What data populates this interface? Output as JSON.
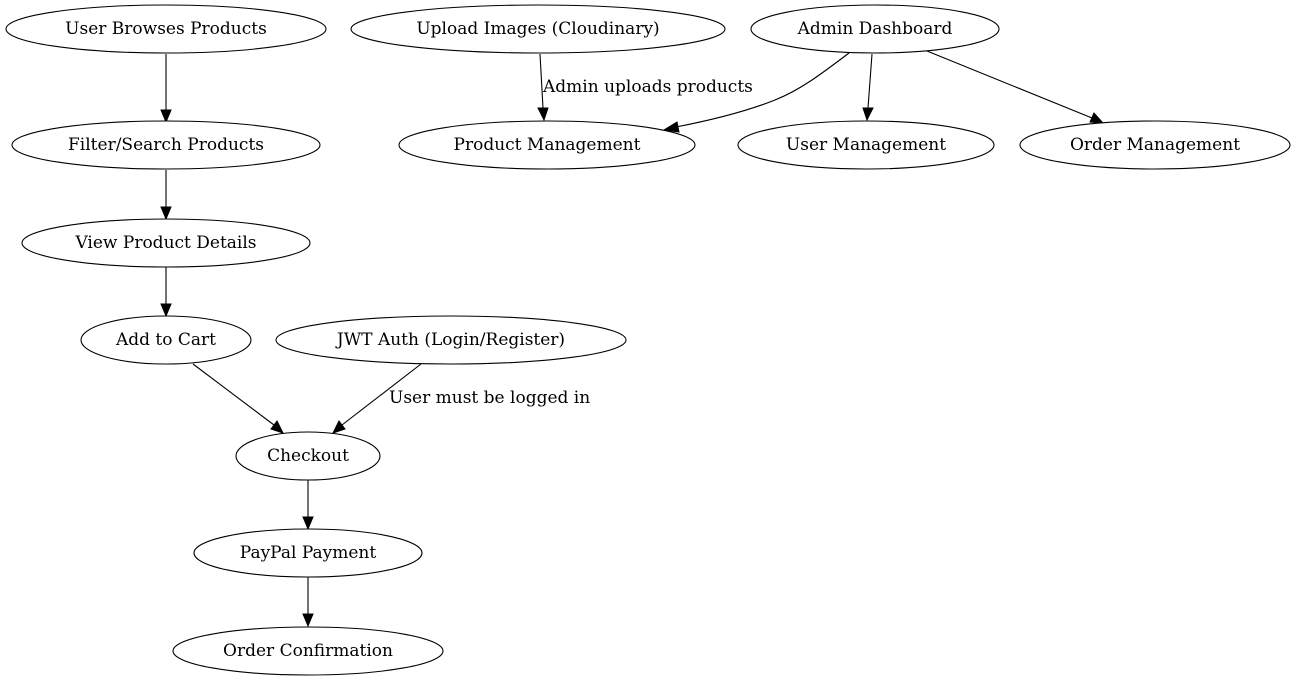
{
  "diagram": {
    "nodes": [
      {
        "id": "browse",
        "label": "User Browses Products"
      },
      {
        "id": "upload",
        "label": "Upload Images (Cloudinary)"
      },
      {
        "id": "admin",
        "label": "Admin Dashboard"
      },
      {
        "id": "filter",
        "label": "Filter/Search Products"
      },
      {
        "id": "product_mgmt",
        "label": "Product Management"
      },
      {
        "id": "user_mgmt",
        "label": "User Management"
      },
      {
        "id": "order_mgmt",
        "label": "Order Management"
      },
      {
        "id": "view",
        "label": "View Product Details"
      },
      {
        "id": "cart",
        "label": "Add to Cart"
      },
      {
        "id": "jwt",
        "label": "JWT Auth (Login/Register)"
      },
      {
        "id": "checkout",
        "label": "Checkout"
      },
      {
        "id": "paypal",
        "label": "PayPal Payment"
      },
      {
        "id": "confirm",
        "label": "Order Confirmation"
      }
    ],
    "edges": [
      {
        "from": "browse",
        "to": "filter",
        "label": ""
      },
      {
        "from": "filter",
        "to": "view",
        "label": ""
      },
      {
        "from": "view",
        "to": "cart",
        "label": ""
      },
      {
        "from": "cart",
        "to": "checkout",
        "label": ""
      },
      {
        "from": "jwt",
        "to": "checkout",
        "label": "User must be logged in"
      },
      {
        "from": "checkout",
        "to": "paypal",
        "label": ""
      },
      {
        "from": "paypal",
        "to": "confirm",
        "label": ""
      },
      {
        "from": "upload",
        "to": "product_mgmt",
        "label": "Admin uploads products"
      },
      {
        "from": "admin",
        "to": "product_mgmt",
        "label": ""
      },
      {
        "from": "admin",
        "to": "user_mgmt",
        "label": ""
      },
      {
        "from": "admin",
        "to": "order_mgmt",
        "label": ""
      }
    ]
  }
}
